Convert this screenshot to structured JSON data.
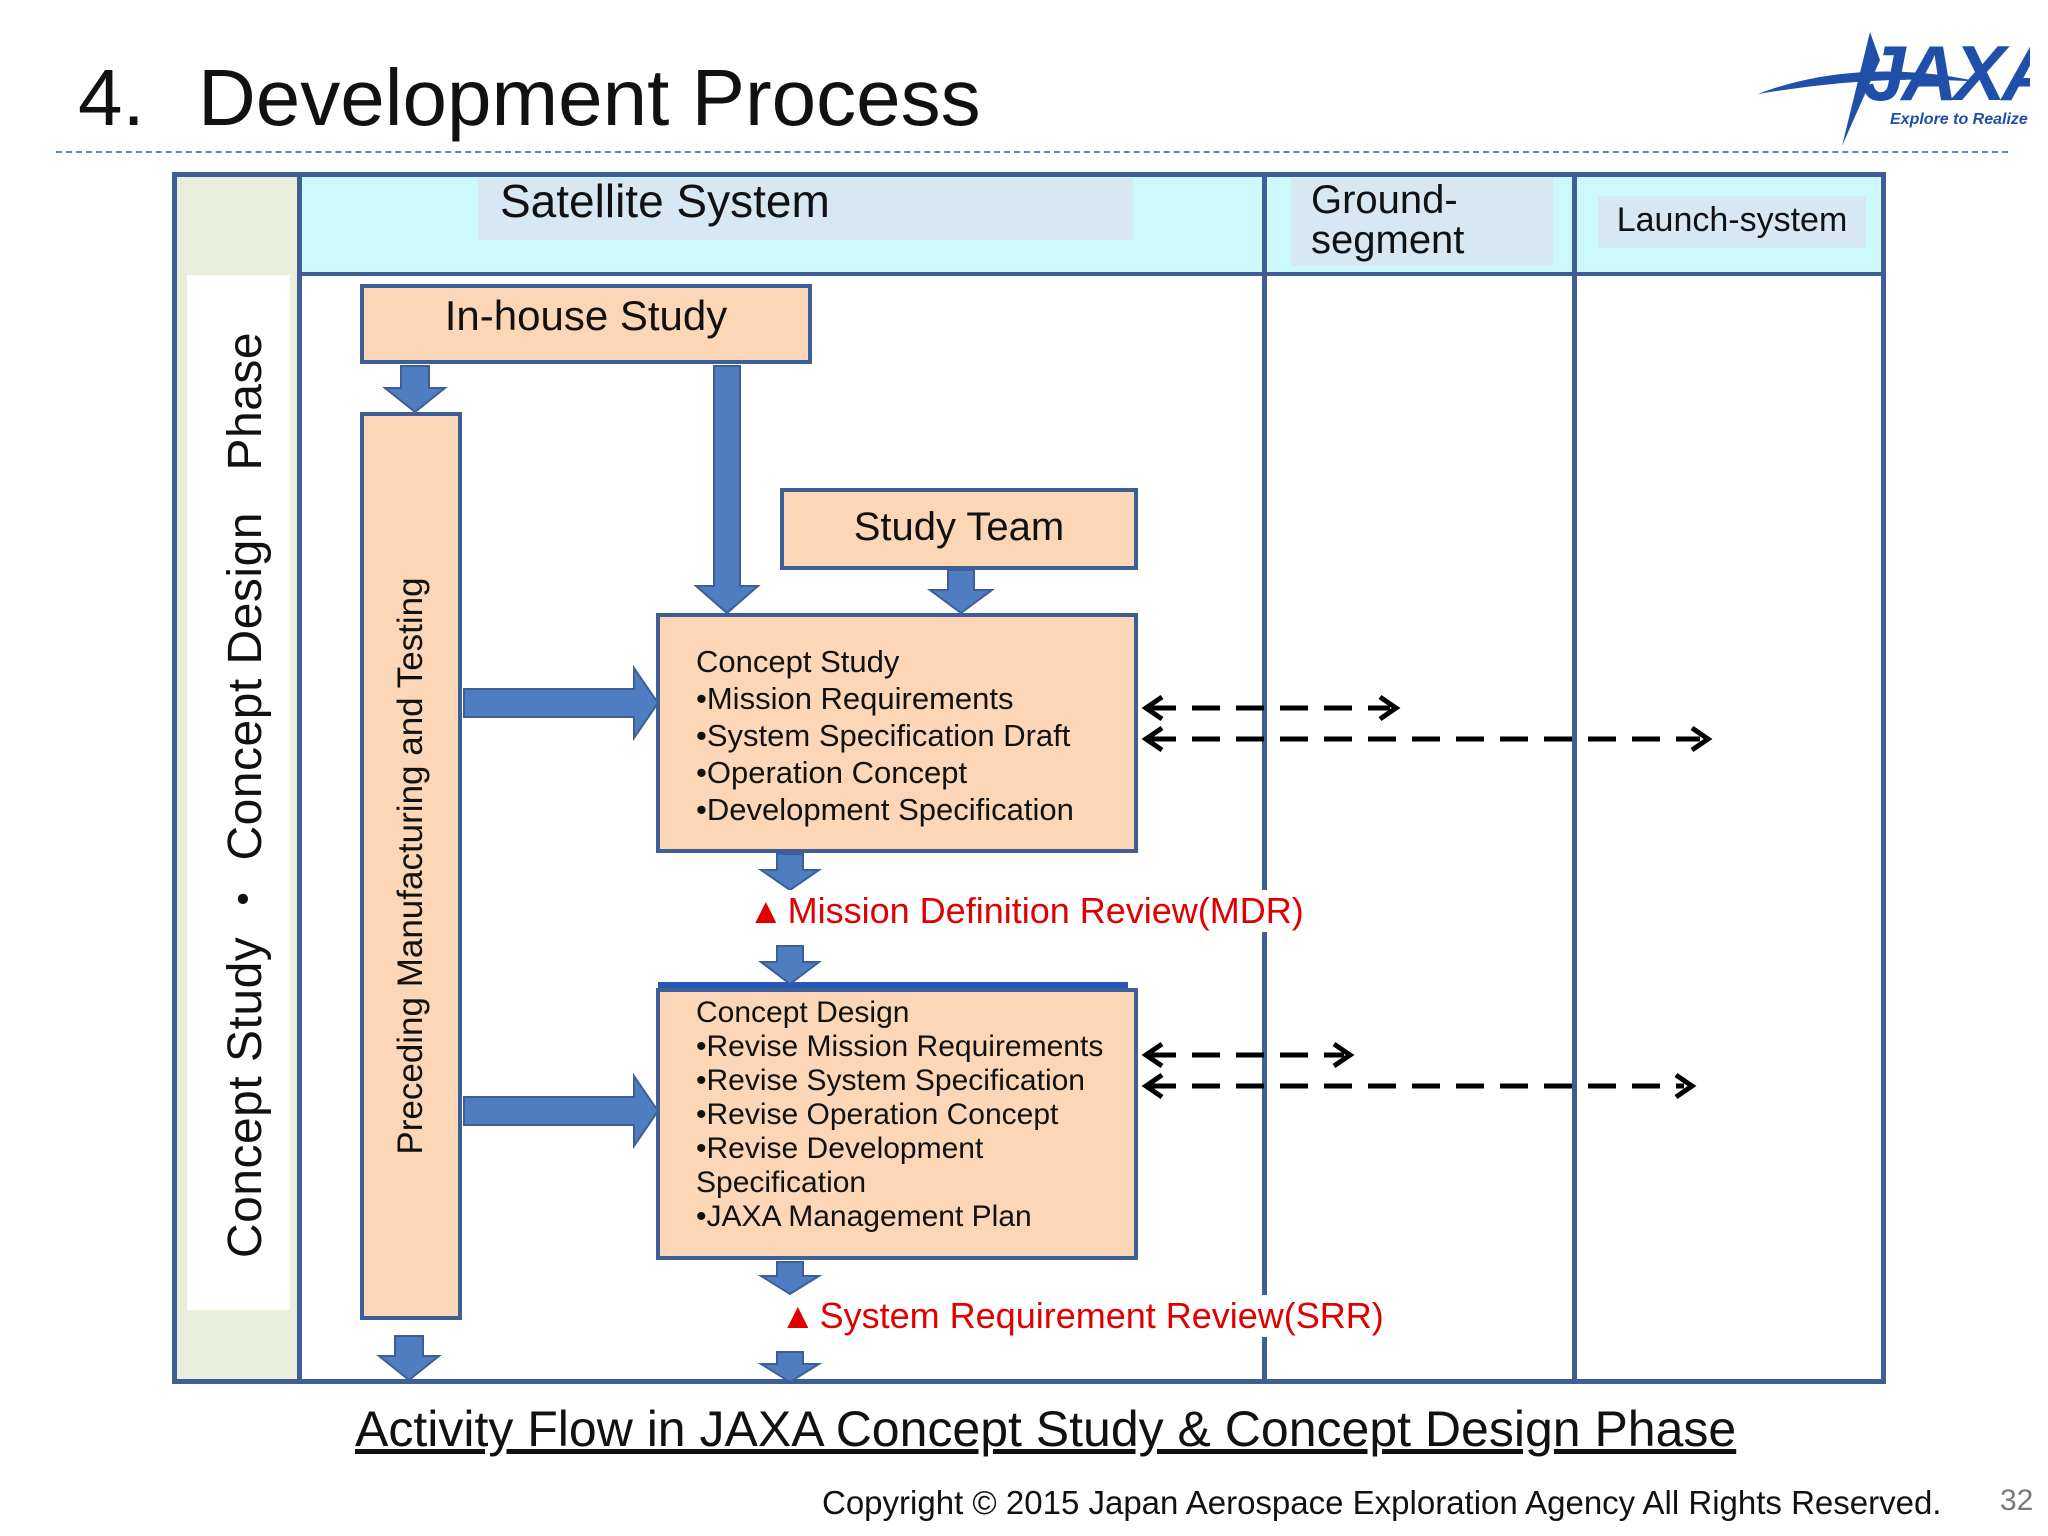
{
  "slide": {
    "number": "4.",
    "title": "Development Process"
  },
  "logo": {
    "wordmark": "JAXA",
    "tagline": "Explore to Realize"
  },
  "phase_label": "Concept Study ・ Concept Design   Phase",
  "columns": {
    "satellite": "Satellite System",
    "ground_line1": "Ground-",
    "ground_line2": "segment",
    "launch": "Launch-system"
  },
  "boxes": {
    "inhouse": "In-house Study",
    "study_team": "Study Team",
    "preceding": "Preceding Manufacturing and Testing",
    "concept_study": {
      "lines": [
        "Concept Study",
        "•Mission Requirements",
        "•System Specification Draft",
        "•Operation Concept",
        "•Development Specification"
      ]
    },
    "concept_design": {
      "lines": [
        "Concept Design",
        "•Revise Mission Requirements",
        "•Revise System Specification",
        "•Revise Operation Concept",
        "•Revise Development",
        "Specification",
        "•JAXA Management  Plan"
      ]
    }
  },
  "reviews": {
    "triangle": "▲",
    "mdr": "Mission Definition Review(MDR)",
    "srr": "System Requirement Review(SRR)"
  },
  "footer": {
    "caption": "Activity Flow in JAXA Concept Study & Concept Design Phase",
    "copyright": "Copyright © 2015 Japan Aerospace Exploration Agency All Rights Reserved.",
    "page_number": "32"
  },
  "colors": {
    "frame": "#3e5f95",
    "box_fill": "#fbd6b7",
    "arrow_fill": "#4f7dc1",
    "header_band": "#ccf9fc",
    "review_red": "#e00000"
  }
}
